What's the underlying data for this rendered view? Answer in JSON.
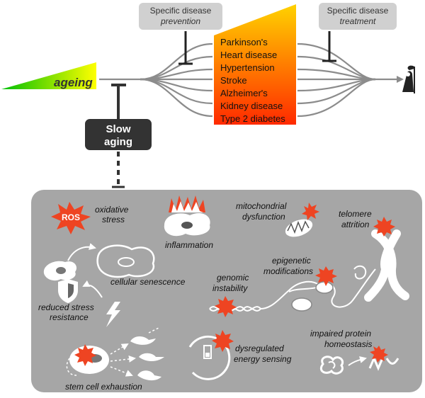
{
  "input": {
    "label": "ageing"
  },
  "prevention": {
    "line1": "Specific disease",
    "line2": "prevention"
  },
  "treatment": {
    "line1": "Specific disease",
    "line2": "treatment"
  },
  "slow_aging": {
    "line1": "Slow",
    "line2": "aging"
  },
  "diseases": [
    "Parkinson's",
    "Heart disease",
    "Hypertension",
    "Stroke",
    "Alzheimer's",
    "Kidney disease",
    "Type 2 diabetes"
  ],
  "hallmarks": {
    "ros_badge": "ROS",
    "oxidative_stress_1": "oxidative",
    "oxidative_stress_2": "stress",
    "inflammation": "inflammation",
    "mitochondrial_1": "mitochondrial",
    "mitochondrial_2": "dysfunction",
    "telomere_1": "telomere",
    "telomere_2": "attrition",
    "cellular_senescence": "cellular senescence",
    "epigenetic_1": "epigenetic",
    "epigenetic_2": "modifications",
    "genomic_1": "genomic",
    "genomic_2": "instability",
    "reduced_stress_1": "reduced stress",
    "reduced_stress_2": "resistance",
    "impaired_protein_1": "impaired protein",
    "impaired_protein_2": "homeostasis",
    "energy_sensing_1": "dysregulated",
    "energy_sensing_2": "energy sensing",
    "stem_cell": "stem cell exhaustion"
  },
  "icons": [
    "grim-reaper-icon",
    "starburst-icon",
    "flame-icon",
    "mitochondrion-icon",
    "chromosome-icon",
    "dna-icon",
    "nucleosome-icon",
    "shield-icon",
    "lightning-icon",
    "gauge-icon",
    "protein-icon",
    "cell-icon"
  ],
  "colors": {
    "ageing_gradient": [
      "#00c000",
      "#ffff00"
    ],
    "disease_gradient": [
      "#ffd800",
      "#ff2a00"
    ],
    "slow_aging_box": "#333333",
    "hallmarks_panel": "#a6a6a6",
    "starburst": "#ee4422"
  }
}
